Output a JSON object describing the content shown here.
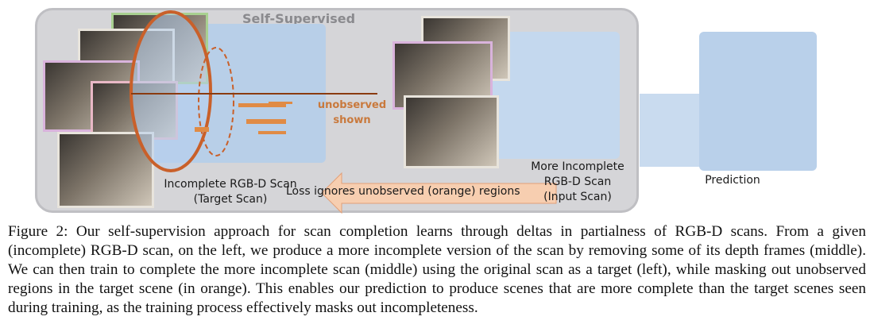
{
  "figure": {
    "panel_title": "Self-Supervised Training",
    "target_scan_label": [
      "Incomplete RGB-D Scan",
      "(Target Scan)"
    ],
    "input_scan_label": [
      "More Incomplete",
      "RGB-D Scan",
      "(Input Scan)"
    ],
    "unobserved_label": [
      "unobserved",
      "shown"
    ],
    "arrow_label": "Loss ignores unobserved (orange) regions",
    "prediction_label": "Prediction"
  },
  "caption": "Figure 2: Our self-supervision approach for scan completion learns through deltas in partialness of RGB-D scans. From a given (incomplete) RGB-D scan, on the left, we produce a more incomplete version of the scan by removing some of its depth frames (middle). We can then train to complete the more incomplete scan (middle) using the original scan as a target (left), while masking out unobserved regions in the target scene (in orange). This enables our prediction to produce scenes that are more complete than the target scenes seen during training, as the training process effectively masks out incompleteness.",
  "colors": {
    "scene_blue": "#b8cfe8",
    "orange": "#d9823f",
    "panel_gray": "#d5d5d8",
    "prediction_bg": "#f7e7dc"
  }
}
